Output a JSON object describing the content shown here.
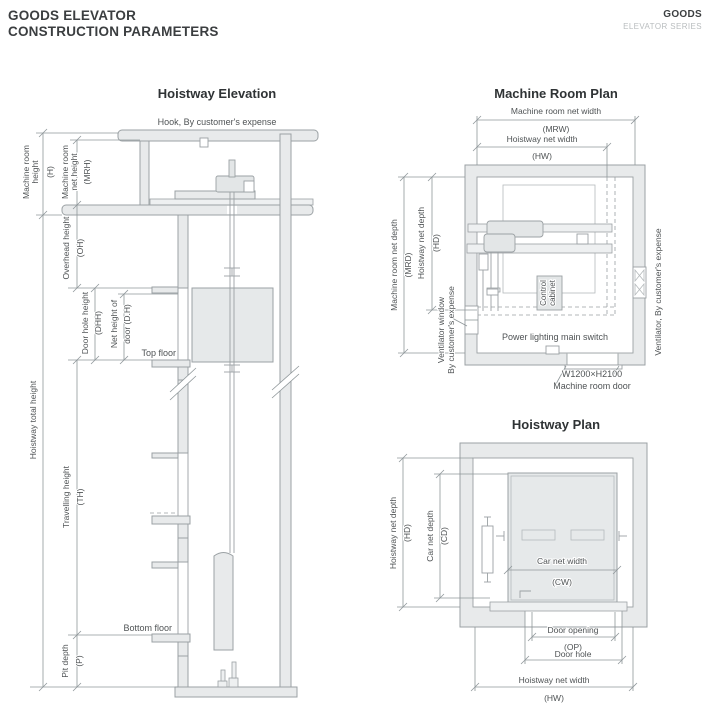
{
  "header": {
    "title_line1": "GOODS ELEVATOR",
    "title_line2": "CONSTRUCTION PARAMETERS",
    "brand_line1": "GOODS",
    "brand_line2": "ELEVATOR SERIES"
  },
  "elevation": {
    "title": "Hoistway Elevation",
    "hook": "Hook, By customer's expense",
    "machine_room_height": {
      "l1": "Machine room",
      "l2": "height",
      "code": "(H)"
    },
    "machine_room_net_height": {
      "l1": "Machine room",
      "l2": "net height",
      "code": "(MRH)"
    },
    "overhead_height": {
      "l1": "Overhead height",
      "code": "(OH)"
    },
    "door_hole_height": {
      "l1": "Door hole height",
      "code": "(DHH)"
    },
    "net_height_of_door": {
      "l1": "Net height of",
      "l2": "door (D.H)"
    },
    "hoistway_total_height": "Hoistway total height",
    "travelling_height": {
      "l1": "Travelling height",
      "code": "(TH)"
    },
    "pit_depth": {
      "l1": "Pit depth",
      "code": "(P)"
    },
    "top_floor": "Top floor",
    "bottom_floor": "Bottom floor"
  },
  "machine_room_plan": {
    "title": "Machine Room Plan",
    "machine_room_net_width": {
      "l1": "Machine room net width",
      "code": "(MRW)"
    },
    "hoistway_net_width": {
      "l1": "Hoistway net width",
      "code": "(HW)"
    },
    "machine_room_net_depth": {
      "l1": "Machine room net depth",
      "code": "(MRD)"
    },
    "hoistway_net_depth": {
      "l1": "Hoistway net depth",
      "code": "(HD)"
    },
    "ventilator_window": {
      "l1": "Ventilator window",
      "l2": "By customer's expense"
    },
    "ventilator_right": "Ventilator, By customer's expense",
    "control_cabinet": {
      "l1": "Control",
      "l2": "cabinet"
    },
    "power_switch": "Power lighting main switch",
    "door_size": "W1200×H2100",
    "door_label": "Machine room door"
  },
  "hoistway_plan": {
    "title": "Hoistway Plan",
    "hoistway_net_depth": {
      "l1": "Hoistway net depth",
      "code": "(HD)"
    },
    "car_net_depth": {
      "l1": "Car net depth",
      "code": "(CD)"
    },
    "car_net_width": {
      "l1": "Car net width",
      "code": "(CW)"
    },
    "door_opening": {
      "l1": "Door opening",
      "code": "(OP)"
    },
    "door_hole": "Door hole",
    "hoistway_net_width": {
      "l1": "Hoistway net width",
      "code": "(HW)"
    }
  },
  "colors": {
    "wall_fill": "#e8eaeb",
    "line": "#9ba1a4",
    "dim_line": "#8f979a",
    "text": "#4f5355",
    "title": "#2f3335"
  }
}
